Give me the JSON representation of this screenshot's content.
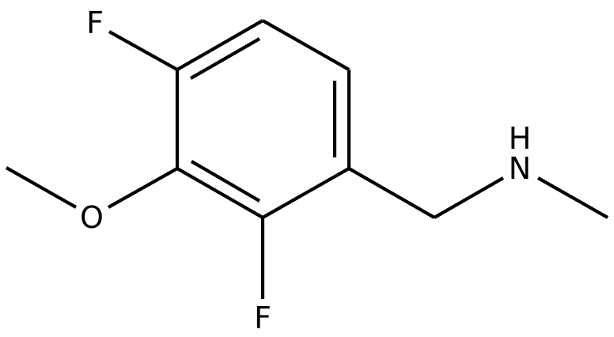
{
  "atoms": [
    {
      "id": "F_top",
      "label": "F"
    },
    {
      "id": "O_methoxy",
      "label": "O"
    },
    {
      "id": "F_bottom",
      "label": "F"
    },
    {
      "id": "N_amine",
      "label": "N"
    },
    {
      "id": "H_amine",
      "label": "H"
    }
  ],
  "colors": {
    "bond": "#000000",
    "label": "#000000",
    "background": "#ffffff"
  }
}
